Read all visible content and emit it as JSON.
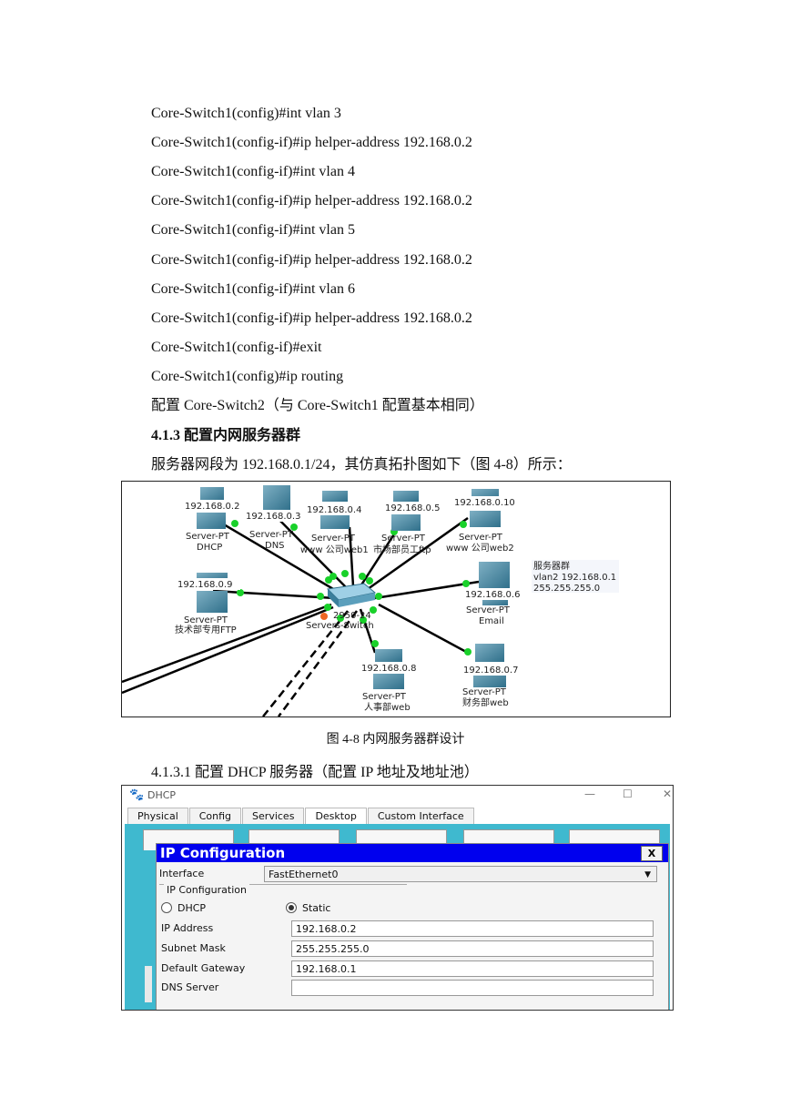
{
  "commands": [
    "Core-Switch1(config)#int vlan 3",
    "Core-Switch1(config-if)#ip helper-address 192.168.0.2",
    "Core-Switch1(config-if)#int vlan 4",
    "Core-Switch1(config-if)#ip helper-address 192.168.0.2",
    "Core-Switch1(config-if)#int vlan 5",
    "Core-Switch1(config-if)#ip helper-address 192.168.0.2",
    "Core-Switch1(config-if)#int vlan 6",
    "Core-Switch1(config-if)#ip helper-address 192.168.0.2",
    "Core-Switch1(config-if)#exit",
    "Core-Switch1(config)#ip routing"
  ],
  "note": "配置 Core-Switch2（与 Core-Switch1 配置基本相同）",
  "section_heading": "4.1.3 配置内网服务器群",
  "intro": "服务器网段为 192.168.0.1/24，其仿真拓扑图如下（图 4-8）所示：",
  "figure": {
    "caption": "图 4-8    内网服务器群设计",
    "switch": {
      "model": "2950-24",
      "name": "Servers-Switch"
    },
    "servers": [
      {
        "ip": "192.168.0.2",
        "type": "Server-PT",
        "name": "DHCP"
      },
      {
        "ip": "192.168.0.3",
        "type": "Server-PT",
        "name": "DNS"
      },
      {
        "ip": "192.168.0.4",
        "type": "Server-PT",
        "name": "www 公司web1"
      },
      {
        "ip": "192.168.0.5",
        "type": "Server-PT",
        "name": "市场部员工ftp"
      },
      {
        "ip": "192.168.0.10",
        "type": "Server-PT",
        "name": "www 公司web2"
      },
      {
        "ip": "192.168.0.9",
        "type": "Server-PT",
        "name": "技术部专用FTP"
      },
      {
        "ip": "192.168.0.6",
        "type": "Server-PT",
        "name": "Email"
      },
      {
        "ip": "192.168.0.8",
        "type": "Server-PT",
        "name": "人事部web"
      },
      {
        "ip": "192.168.0.7",
        "type": "Server-PT",
        "name": "财务部web"
      }
    ],
    "annotation": [
      "服务器群",
      "vlan2 192.168.0.1",
      "255.255.255.0"
    ]
  },
  "subsection_heading": "4.1.3.1 配置 DHCP 服务器（配置 IP 地址及地址池）",
  "pt_window": {
    "title": "DHCP",
    "tabs": [
      "Physical",
      "Config",
      "Services",
      "Desktop",
      "Custom Interface"
    ],
    "active_tab": "Desktop",
    "dialog": {
      "title": "IP Configuration",
      "close": "X",
      "interface_label": "Interface",
      "interface_value": "FastEthernet0",
      "group_label": "IP Configuration",
      "dhcp_label": "DHCP",
      "static_label": "Static",
      "mode": "Static",
      "ip_label": "IP Address",
      "ip_value": "192.168.0.2",
      "mask_label": "Subnet Mask",
      "mask_value": "255.255.255.0",
      "gw_label": "Default Gateway",
      "gw_value": "192.168.0.1",
      "dns_label": "DNS Server",
      "dns_value": ""
    }
  }
}
